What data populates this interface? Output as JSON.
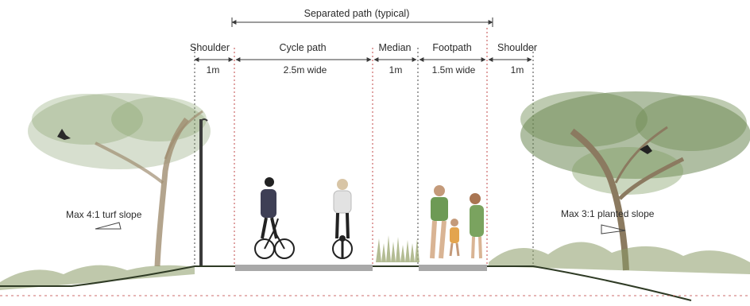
{
  "header": {
    "title": "Separated path (typical)"
  },
  "sections": [
    {
      "name": "Shoulder",
      "width": "1m"
    },
    {
      "name": "Cycle path",
      "width": "2.5m wide"
    },
    {
      "name": "Median",
      "width": "1m"
    },
    {
      "name": "Footpath",
      "width": "1.5m wide"
    },
    {
      "name": "Shoulder",
      "width": "1m"
    }
  ],
  "slopes": {
    "left": "Max 4:1 turf slope",
    "right": "Max 3:1 planted slope"
  },
  "colors": {
    "line": "#3a3a3a",
    "divider": "#c04a4a",
    "ground": "#2f3b25",
    "pavement": "#a9a9a9",
    "tree_foliage": "#6f8c52",
    "tree_trunk": "#8b7a60",
    "grass": "#8a9b66"
  }
}
